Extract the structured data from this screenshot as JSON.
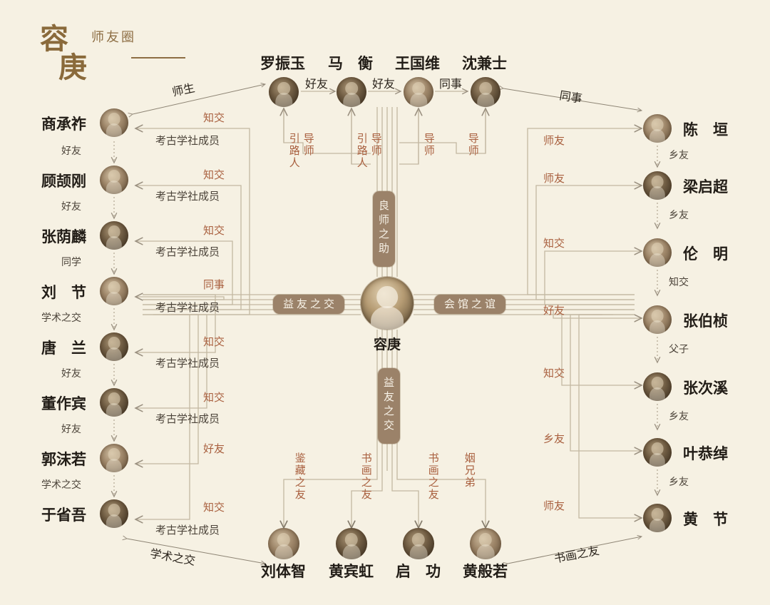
{
  "logo": {
    "name_line1": "容",
    "name_line2": "庚",
    "subtitle": "师友圈"
  },
  "center": {
    "name": "容庚",
    "badges": {
      "top": "良师之助",
      "left": "益友之交",
      "right": "会馆之谊",
      "bottom": "益友之交"
    }
  },
  "colors": {
    "background": "#f6f1e3",
    "accent_red": "#a9603f",
    "badge_brown": "#9b8269",
    "line": "#bfb39c",
    "text_dark": "#221d17",
    "logo_brown": "#8a6a3b"
  },
  "top_row": {
    "nodes": [
      {
        "name": "罗振玉",
        "up_labels": [
          "引路人",
          "导师"
        ]
      },
      {
        "name": "马　衡",
        "up_labels": [
          "引路人",
          "导师"
        ]
      },
      {
        "name": "王国维",
        "up_labels": [
          "导师"
        ]
      },
      {
        "name": "沈兼士",
        "up_labels": [
          "导师"
        ]
      }
    ],
    "between": [
      "好友",
      "好友",
      "同事"
    ]
  },
  "left_column": {
    "nodes": [
      {
        "name": "商承祚",
        "rel_red": "知交",
        "rel_gray": "考古学社成员",
        "below": "好友"
      },
      {
        "name": "顾颉刚",
        "rel_red": "知交",
        "rel_gray": "考古学社成员",
        "below": "好友"
      },
      {
        "name": "张荫麟",
        "rel_red": "知交",
        "rel_gray": "考古学社成员",
        "below": "同学"
      },
      {
        "name": "刘　节",
        "rel_red": "同事",
        "rel_gray": "考古学社成员",
        "below": "学术之交"
      },
      {
        "name": "唐　兰",
        "rel_red": "知交",
        "rel_gray": "考古学社成员",
        "below": "好友"
      },
      {
        "name": "董作宾",
        "rel_red": "知交",
        "rel_gray": "考古学社成员",
        "below": "好友"
      },
      {
        "name": "郭沫若",
        "rel_red": "好友",
        "rel_gray": "",
        "below": "学术之交"
      },
      {
        "name": "于省吾",
        "rel_red": "知交",
        "rel_gray": "考古学社成员",
        "below": ""
      }
    ]
  },
  "right_column": {
    "nodes": [
      {
        "name": "陈　垣",
        "rel_red": "师友",
        "below": "乡友"
      },
      {
        "name": "梁启超",
        "rel_red": "师友",
        "below": "乡友"
      },
      {
        "name": "伦　明",
        "rel_red": "知交",
        "below": "知交"
      },
      {
        "name": "张伯桢",
        "rel_red": "好友",
        "below": "父子"
      },
      {
        "name": "张次溪",
        "rel_red": "知交",
        "below": "乡友"
      },
      {
        "name": "叶恭绰",
        "rel_red": "乡友",
        "below": "乡友"
      },
      {
        "name": "黄　节",
        "rel_red": "师友",
        "below": ""
      }
    ]
  },
  "bottom_row": {
    "nodes": [
      {
        "name": "刘体智",
        "rel": "鉴藏之友"
      },
      {
        "name": "黄宾虹",
        "rel": "书画之友"
      },
      {
        "name": "启　功",
        "rel": "书画之友"
      },
      {
        "name": "黄般若",
        "rel": "姻兄弟"
      }
    ]
  },
  "diagonals": {
    "top_left": "师生",
    "top_right": "同事",
    "bottom_left": "学术之交",
    "bottom_right": "书画之友"
  }
}
